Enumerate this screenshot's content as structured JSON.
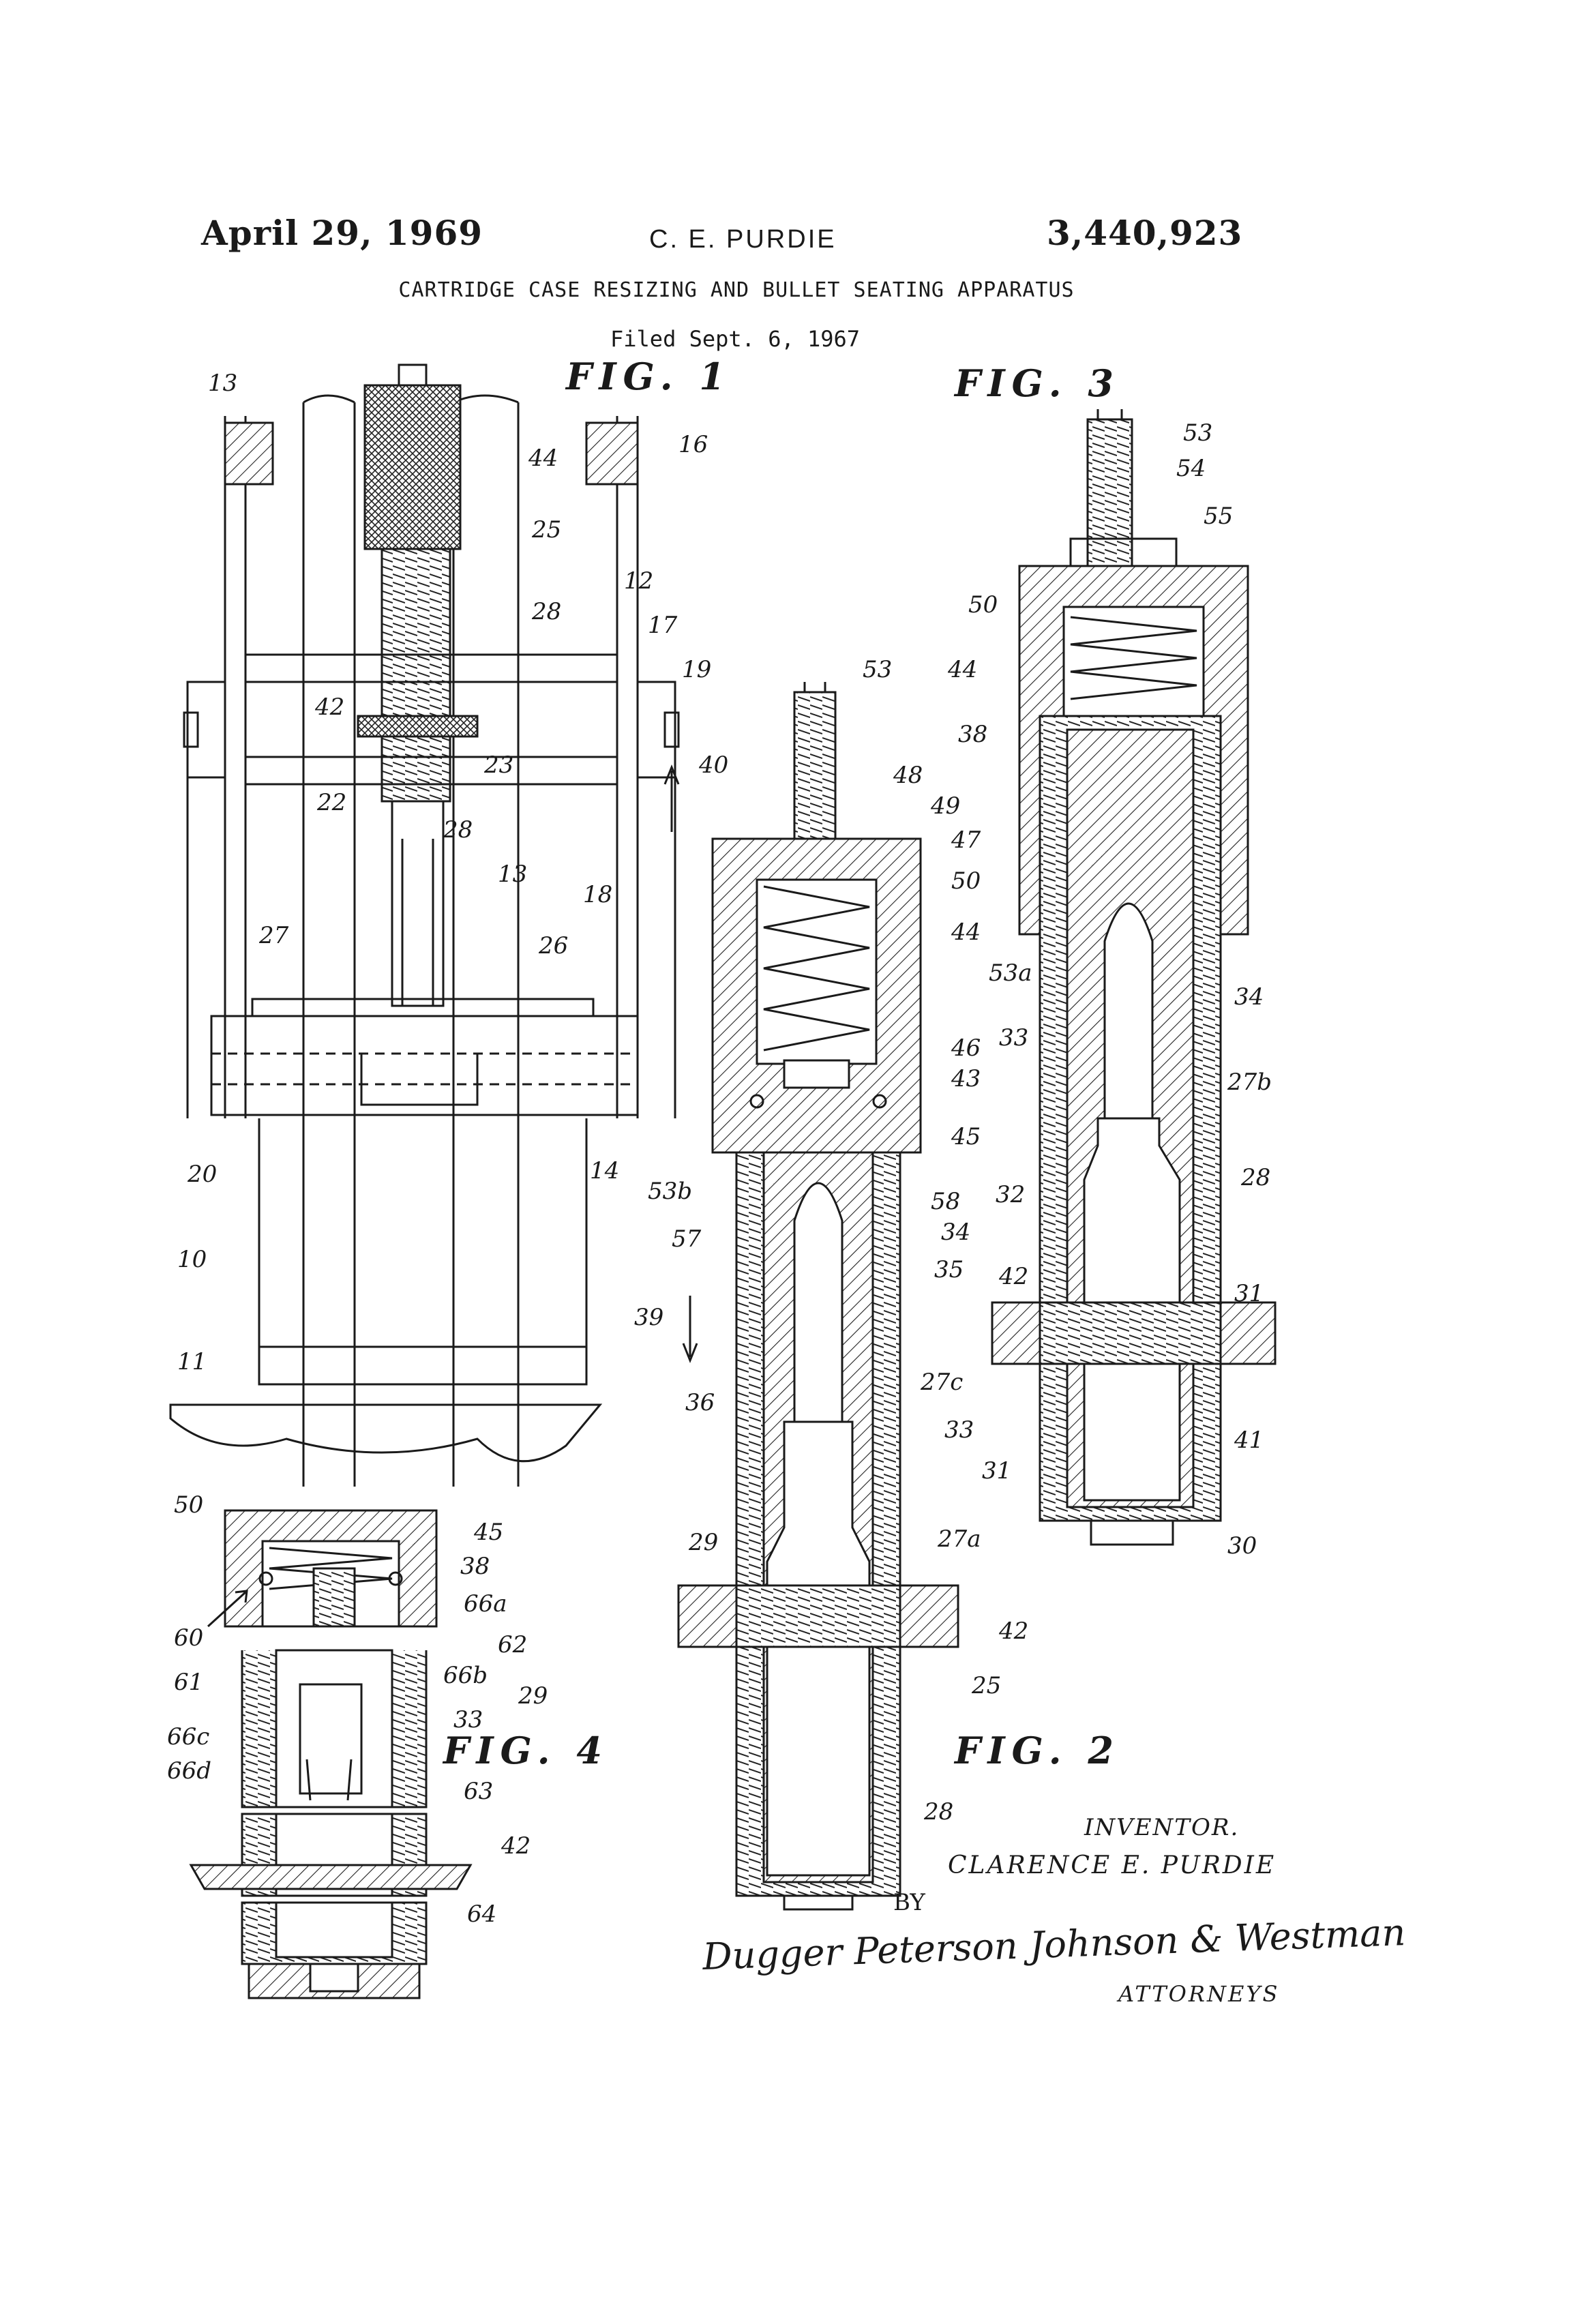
{
  "header": {
    "date": "April 29, 1969",
    "inventor": "C. E. PURDIE",
    "patent_number": "3,440,923",
    "title": "CARTRIDGE CASE RESIZING AND BULLET SEATING APPARATUS",
    "filed": "Filed Sept. 6, 1967"
  },
  "figures": {
    "fig1": "FIG. 1",
    "fig2": "FIG. 2",
    "fig3": "FIG. 3",
    "fig4": "FIG. 4"
  },
  "reference_numerals": {
    "fig1": [
      "13",
      "16",
      "44",
      "25",
      "12",
      "28",
      "17",
      "19",
      "42",
      "23",
      "22",
      "28",
      "40",
      "18",
      "13",
      "27",
      "26",
      "20",
      "14",
      "10",
      "11"
    ],
    "fig2": [
      "53",
      "48",
      "49",
      "47",
      "50",
      "44",
      "46",
      "43",
      "45",
      "53b",
      "58",
      "57",
      "34",
      "39",
      "35",
      "36",
      "27c",
      "33",
      "29",
      "27a",
      "42",
      "25",
      "28"
    ],
    "fig3": [
      "53",
      "54",
      "55",
      "50",
      "44",
      "38",
      "53a",
      "34",
      "33",
      "27b",
      "32",
      "28",
      "42",
      "31",
      "41",
      "31",
      "30"
    ],
    "fig4": [
      "50",
      "45",
      "38",
      "66a",
      "60",
      "62",
      "61",
      "66b",
      "29",
      "33",
      "66c",
      "66d",
      "63",
      "42",
      "64"
    ]
  },
  "signature": {
    "inventor_label": "INVENTOR.",
    "inventor_name": "CLARENCE E. PURDIE",
    "by": "BY",
    "firm": "Dugger Peterson Johnson & Westman",
    "attorneys_label": "ATTORNEYS"
  }
}
